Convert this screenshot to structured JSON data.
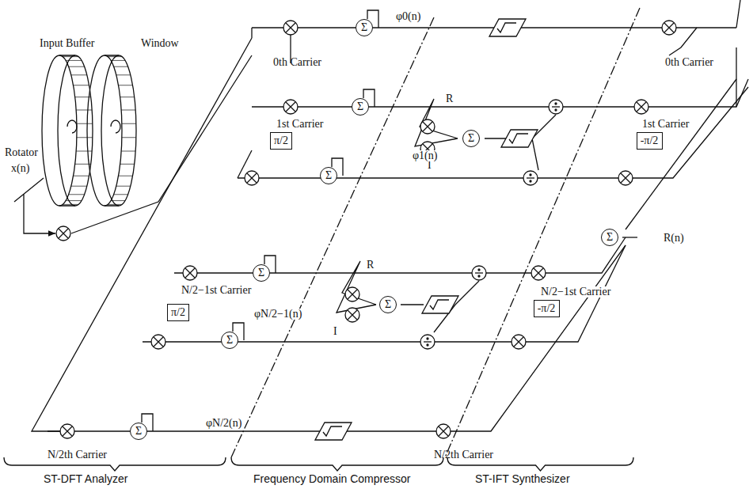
{
  "diagram": {
    "nodes": [
      {
        "text": [
          "Σ"
        ]
      },
      {
        "text": [
          "Σ"
        ]
      },
      {
        "text": [
          "Σ"
        ]
      },
      {
        "text": [
          "Σ"
        ]
      },
      {
        "text": [
          "Σ"
        ]
      },
      {
        "text": [
          "Σ"
        ]
      },
      {
        "text": [
          "Σ"
        ]
      },
      {
        "text": [
          "Σ"
        ]
      },
      {
        "text": [
          "Σ"
        ]
      },
      {
        "text": [
          "π/2"
        ]
      },
      {
        "text": [
          "π/2"
        ]
      },
      {
        "text": [
          "-π/2"
        ]
      },
      {
        "text": [
          "-π/2"
        ]
      }
    ],
    "labels": [
      "φ0(n)",
      "0th Carrier",
      "0th Carrier",
      "Input Buffer",
      "Window",
      "Rotator",
      "x(n)",
      "R",
      "I",
      "1st Carrier",
      "1st Carrier",
      "φ1(n)",
      "R",
      "I",
      "N/2−1st Carrier",
      "N/2−1st Carrier",
      "φN/2−1(n)",
      "φN/2(n)",
      "N/2th Carrier",
      "N/2th Carrier",
      "R(n)",
      "ST-DFT Analyzer",
      "Frequency Domain Compressor",
      "ST-IFT Synthesizer"
    ]
  }
}
